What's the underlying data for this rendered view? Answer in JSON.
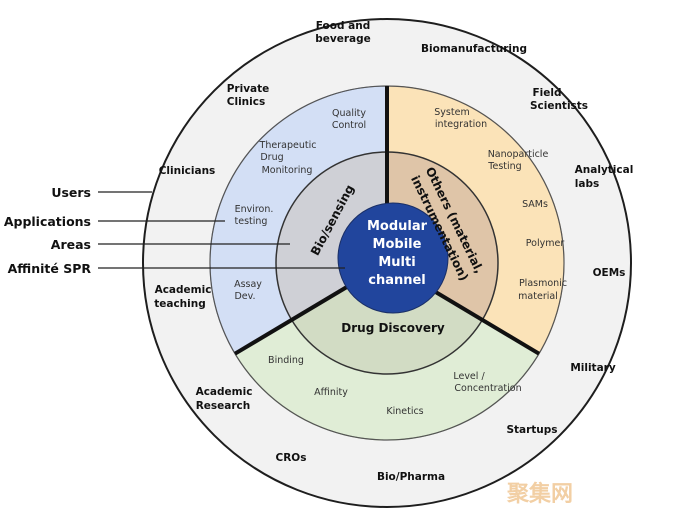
{
  "legend": [
    "Users",
    "Applications",
    "Areas",
    "Affinité SPR"
  ],
  "core": [
    "Modular",
    "Mobile",
    "Multi",
    "channel"
  ],
  "areas": [
    "Bio/sensing",
    "Others (material,",
    "instrumentation)",
    "Drug Discovery"
  ],
  "applications": {
    "bio_sensing": [
      "Quality",
      "Control",
      "Therapeutic",
      "Drug",
      "Monitoring",
      "Environ.",
      "testing",
      "Assay",
      "Dev."
    ],
    "others": [
      "System",
      "integration",
      "Nanoparticle",
      "Testing",
      "SAMs",
      "Polymer",
      "Plasmonic",
      "material"
    ],
    "drug_discovery": [
      "Binding",
      "Affinity",
      "Kinetics",
      "Level /",
      "Concentration"
    ]
  },
  "users": [
    "Food and",
    "beverage",
    "Biomanufacturing",
    "Private",
    "Clinics",
    "Field",
    "Scientists",
    "Clinicians",
    "Analytical",
    "labs",
    "OEMs",
    "Academic",
    "teaching",
    "Military",
    "Academic",
    "Research",
    "Startups",
    "CROs",
    "Bio/Pharma"
  ],
  "watermark": "聚集网",
  "colors": {
    "outer_ring": "#f2f2f2",
    "bio_sensing_sector": "#d3dff5",
    "others_sector": "#fbe3b8",
    "drug_discovery_sector": "#e0edd6",
    "core": "#21459d",
    "middle_ring": "#d6d6d6"
  }
}
